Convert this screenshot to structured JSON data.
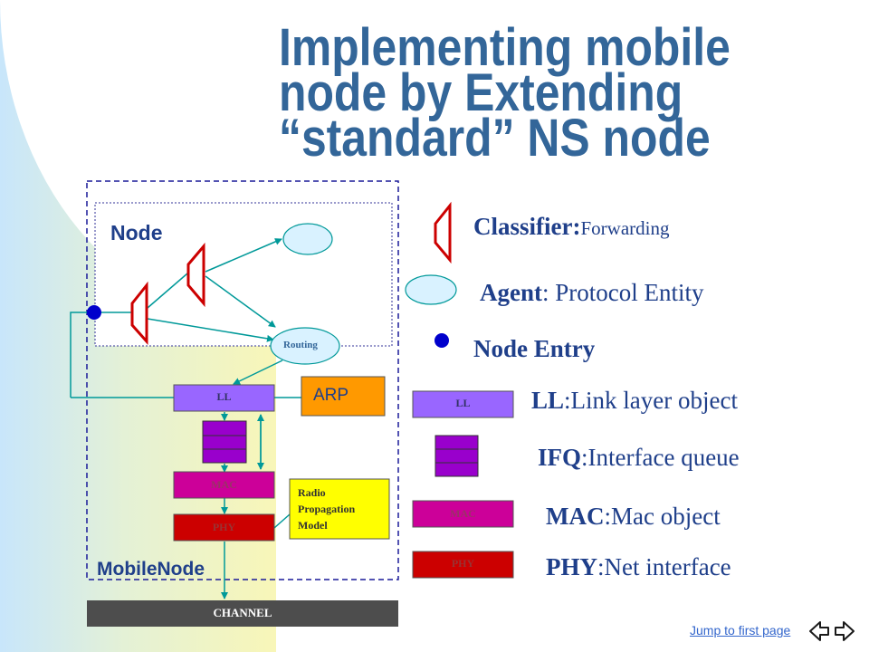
{
  "title": {
    "line1": "Implementing mobile",
    "line2": "node by Extending",
    "line3": "“standard” NS node"
  },
  "diagram": {
    "node_label": "Node",
    "routing_label": "Routing",
    "ll_label": "LL",
    "arp_label": "ARP",
    "mac_label": "MAC",
    "phy_label": "PHY",
    "radio_label": [
      "Radio",
      "Propagation",
      "Model"
    ],
    "mobilenode_label": "MobileNode",
    "channel_label": "CHANNEL"
  },
  "legend": {
    "classifier": {
      "term": "Classifier",
      "desc": "Forwarding"
    },
    "agent": {
      "term": "Agent",
      "desc": " Protocol Entity"
    },
    "node_entry": {
      "term": "Node Entry"
    },
    "ll": {
      "icon_label": "LL",
      "term": "LL",
      "desc": "Link layer object"
    },
    "ifq": {
      "term": "IFQ",
      "desc": "Interface queue"
    },
    "mac": {
      "icon_label": "MAC",
      "term": "MAC",
      "desc": "Mac object"
    },
    "phy": {
      "icon_label": "PHY",
      "term": "PHY",
      "desc": "Net interface"
    }
  },
  "nav": {
    "jump_label": "Jump to first page",
    "back_icon": "arrow-back-icon",
    "forward_icon": "arrow-forward-icon"
  },
  "colors": {
    "title": "#336699",
    "ll": "#9966ff",
    "ifq": "#9900cc",
    "mac": "#cc0099",
    "phy": "#cc0000",
    "arp": "#ff9900",
    "radio": "#ffff00",
    "channel": "#4d4d4d",
    "agent": "#d9f2ff",
    "node_entry": "#0000cc",
    "classifier": "#cc0000",
    "arrow": "#009999"
  }
}
